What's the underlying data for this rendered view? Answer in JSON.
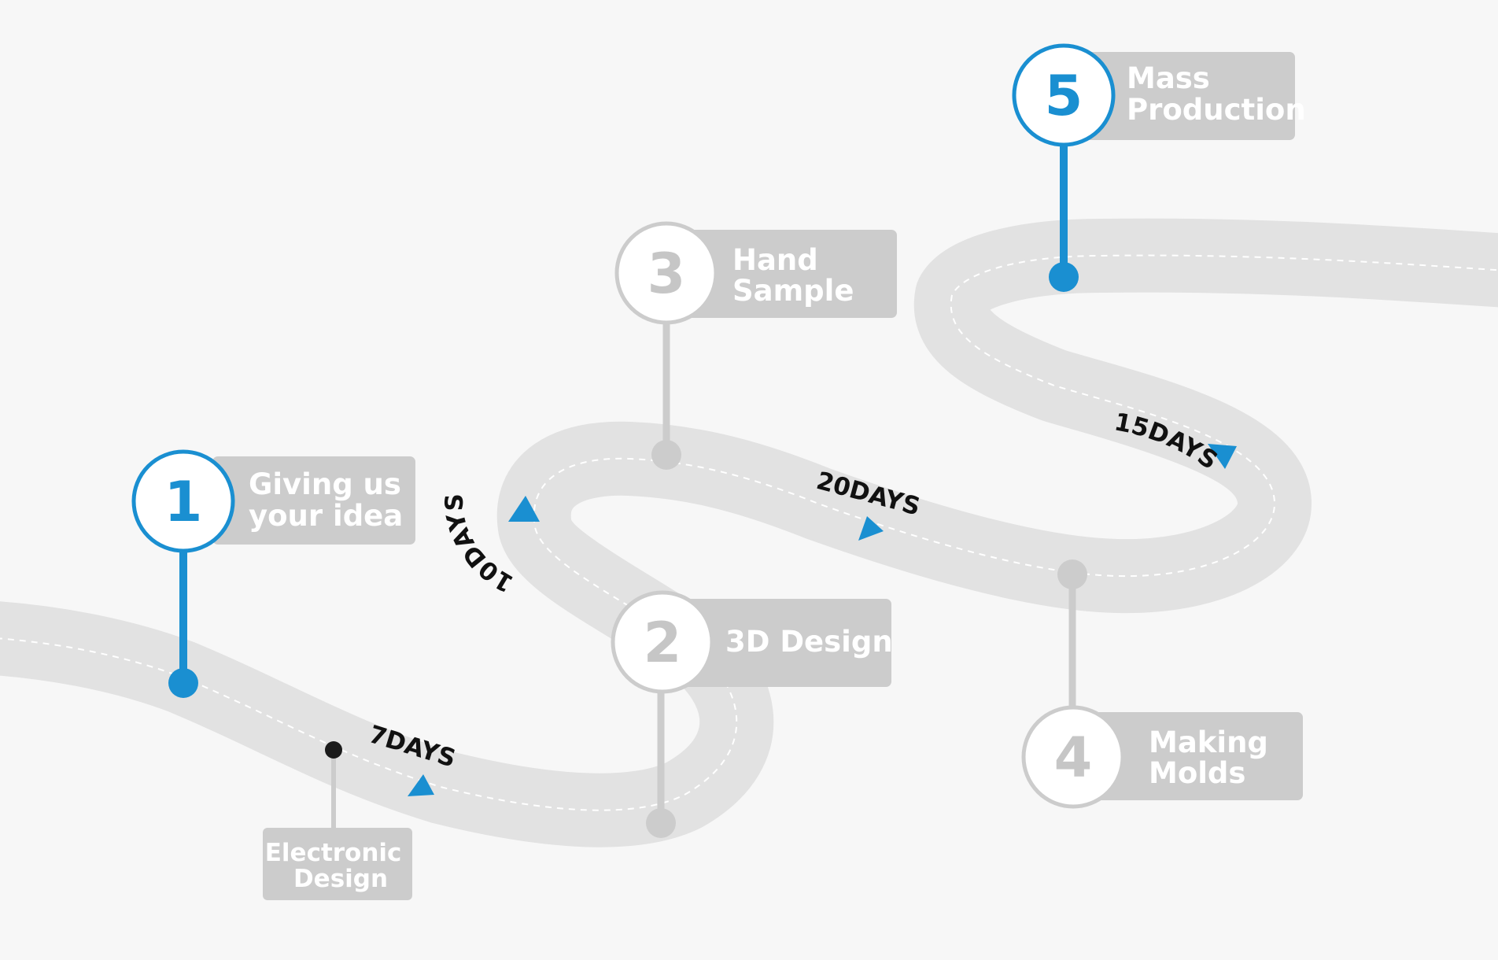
{
  "colors": {
    "background": "#f7f7f7",
    "road": "#e2e2e2",
    "road_dash": "#ffffff",
    "accent": "#1a8fd1",
    "inactive": "#cccccc",
    "inactive_text": "#c6c6c6",
    "label_box": "#cccccc",
    "label_text": "#ffffff",
    "duration_text": "#111111"
  },
  "steps": [
    {
      "number": "1",
      "line1": "Giving us",
      "line2": "your idea",
      "active": true
    },
    {
      "number": "2",
      "line1": "3D Design",
      "line2": "",
      "active": false
    },
    {
      "number": "3",
      "line1": "Hand",
      "line2": "Sample",
      "active": false
    },
    {
      "number": "4",
      "line1": "Making",
      "line2": "Molds",
      "active": false
    },
    {
      "number": "5",
      "line1": "Mass",
      "line2": "Production",
      "active": true
    }
  ],
  "substep": {
    "line1": "Electronic",
    "line2": "Design"
  },
  "durations": [
    "7DAYS",
    "10DAYS",
    "20DAYS",
    "15DAYS"
  ]
}
